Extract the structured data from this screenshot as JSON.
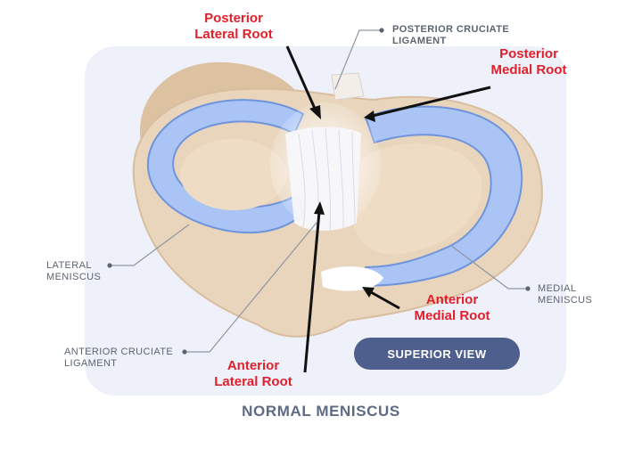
{
  "labels": {
    "posterior_lateral_root": [
      "Posterior",
      "Lateral Root"
    ],
    "posterior_medial_root": [
      "Posterior",
      "Medial Root"
    ],
    "anterior_medial_root": [
      "Anterior",
      "Medial Root"
    ],
    "anterior_lateral_root": [
      "Anterior",
      "Lateral Root"
    ],
    "posterior_cruciate_ligament": [
      "POSTERIOR CRUCIATE",
      "LIGAMENT"
    ],
    "lateral_meniscus": [
      "LATERAL",
      "MENISCUS"
    ],
    "medial_meniscus": [
      "MEDIAL",
      "MENISCUS"
    ],
    "anterior_cruciate_ligament": [
      "ANTERIOR CRUCIATE",
      "LIGAMENT"
    ]
  },
  "view_badge": "SUPERIOR VIEW",
  "caption": "NORMAL MENISCUS",
  "colors": {
    "root_label": "#e0202a",
    "callout_text": "#5b6472",
    "badge": "#4f5f8d",
    "meniscus_blue": "#a9c4f5",
    "bone_tan": "#e9d6bd"
  }
}
